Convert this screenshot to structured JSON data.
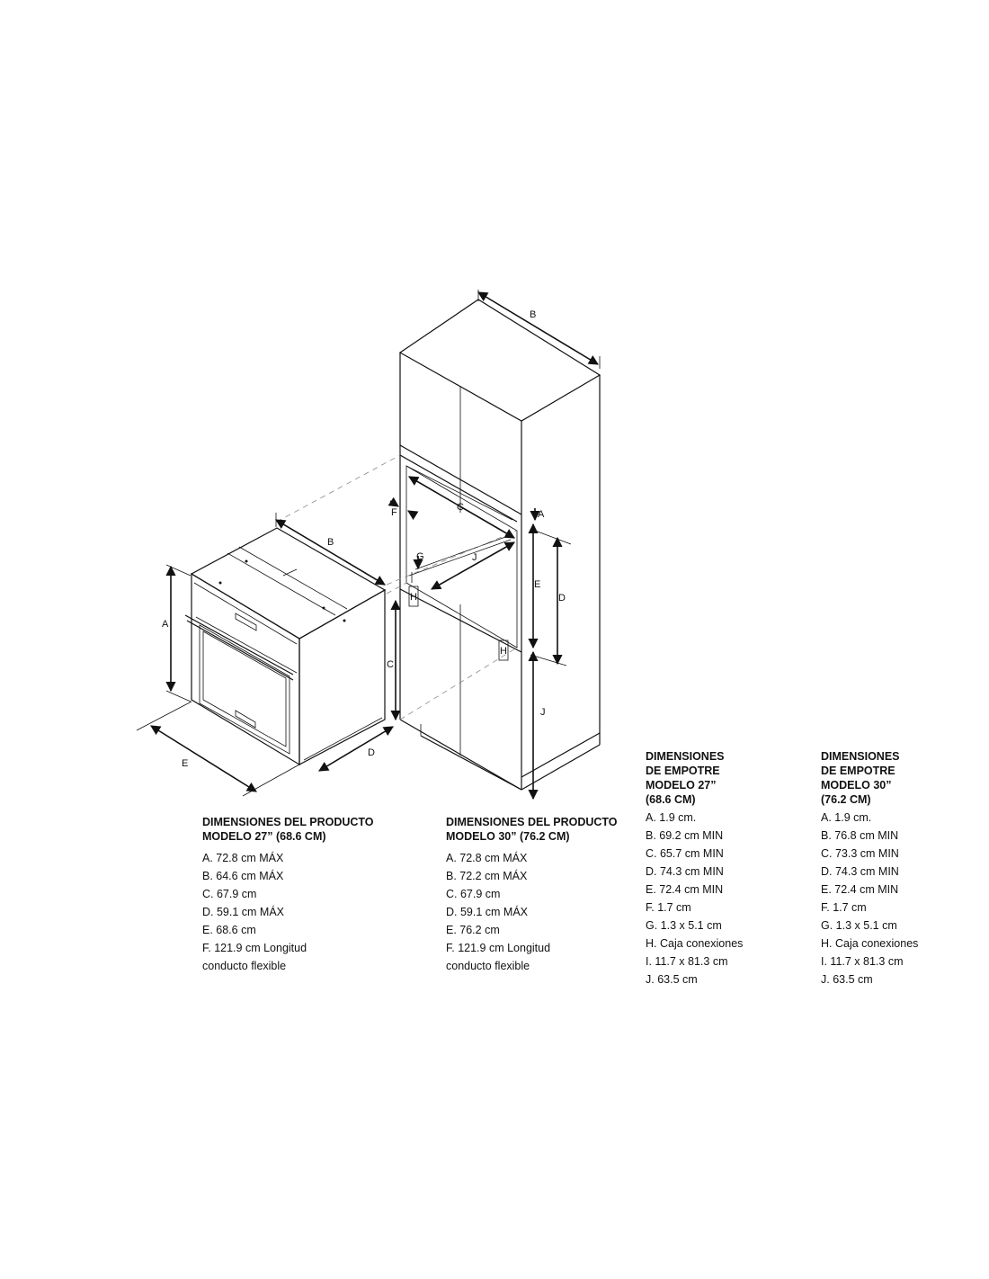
{
  "drawing": {
    "oven_labels": {
      "A": "A",
      "B": "B",
      "C": "C",
      "D": "D",
      "E": "E"
    },
    "cabinet_labels": {
      "A": "A",
      "B": "B",
      "C": "C",
      "D": "D",
      "E": "E",
      "F": "F",
      "G": "G",
      "H1": "H",
      "H2": "H",
      "J1": "J",
      "J2": "J"
    }
  },
  "product_27": {
    "heading_line1": "DIMENSIONES DEL PRODUCTO",
    "heading_line2": "MODELO 27” (68.6 CM)",
    "items": [
      "A. 72.8 cm MÁX",
      "B. 64.6 cm  MÁX",
      "C. 67.9 cm",
      "D. 59.1 cm MÁX",
      "E. 68.6 cm",
      "F. 121.9 cm Longitud",
      "conducto flexible"
    ]
  },
  "product_30": {
    "heading_line1": "DIMENSIONES DEL PRODUCTO",
    "heading_line2": "MODELO 30” (76.2 CM)",
    "items": [
      "A. 72.8 cm MÁX",
      "B. 72.2 cm  MÁX",
      "C. 67.9 cm",
      "D. 59.1 cm MÁX",
      "E. 76.2 cm",
      "F. 121.9 cm Longitud",
      "conducto flexible"
    ]
  },
  "cutout_27": {
    "heading_lines": [
      "DIMENSIONES",
      "DE EMPOTRE",
      "MODELO 27”",
      "(68.6 CM)"
    ],
    "items": [
      "A. 1.9 cm.",
      "B. 69.2 cm MIN",
      "C. 65.7 cm MIN",
      "D. 74.3 cm MIN",
      "E. 72.4 cm MIN",
      "F. 1.7 cm",
      "G. 1.3 x 5.1 cm",
      "H. Caja conexiones",
      "I. 11.7 x 81.3 cm",
      "J. 63.5 cm"
    ]
  },
  "cutout_30": {
    "heading_lines": [
      "DIMENSIONES",
      "DE EMPOTRE",
      "MODELO 30”",
      "(76.2 CM)"
    ],
    "items": [
      "A. 1.9 cm.",
      "B. 76.8 cm MIN",
      "C. 73.3 cm MIN",
      "D. 74.3 cm MIN",
      "E. 72.4 cm MIN",
      "F. 1.7 cm",
      "G. 1.3 x 5.1 cm",
      "H. Caja conexiones",
      "I. 11.7 x 81.3 cm",
      "J. 63.5 cm"
    ]
  }
}
